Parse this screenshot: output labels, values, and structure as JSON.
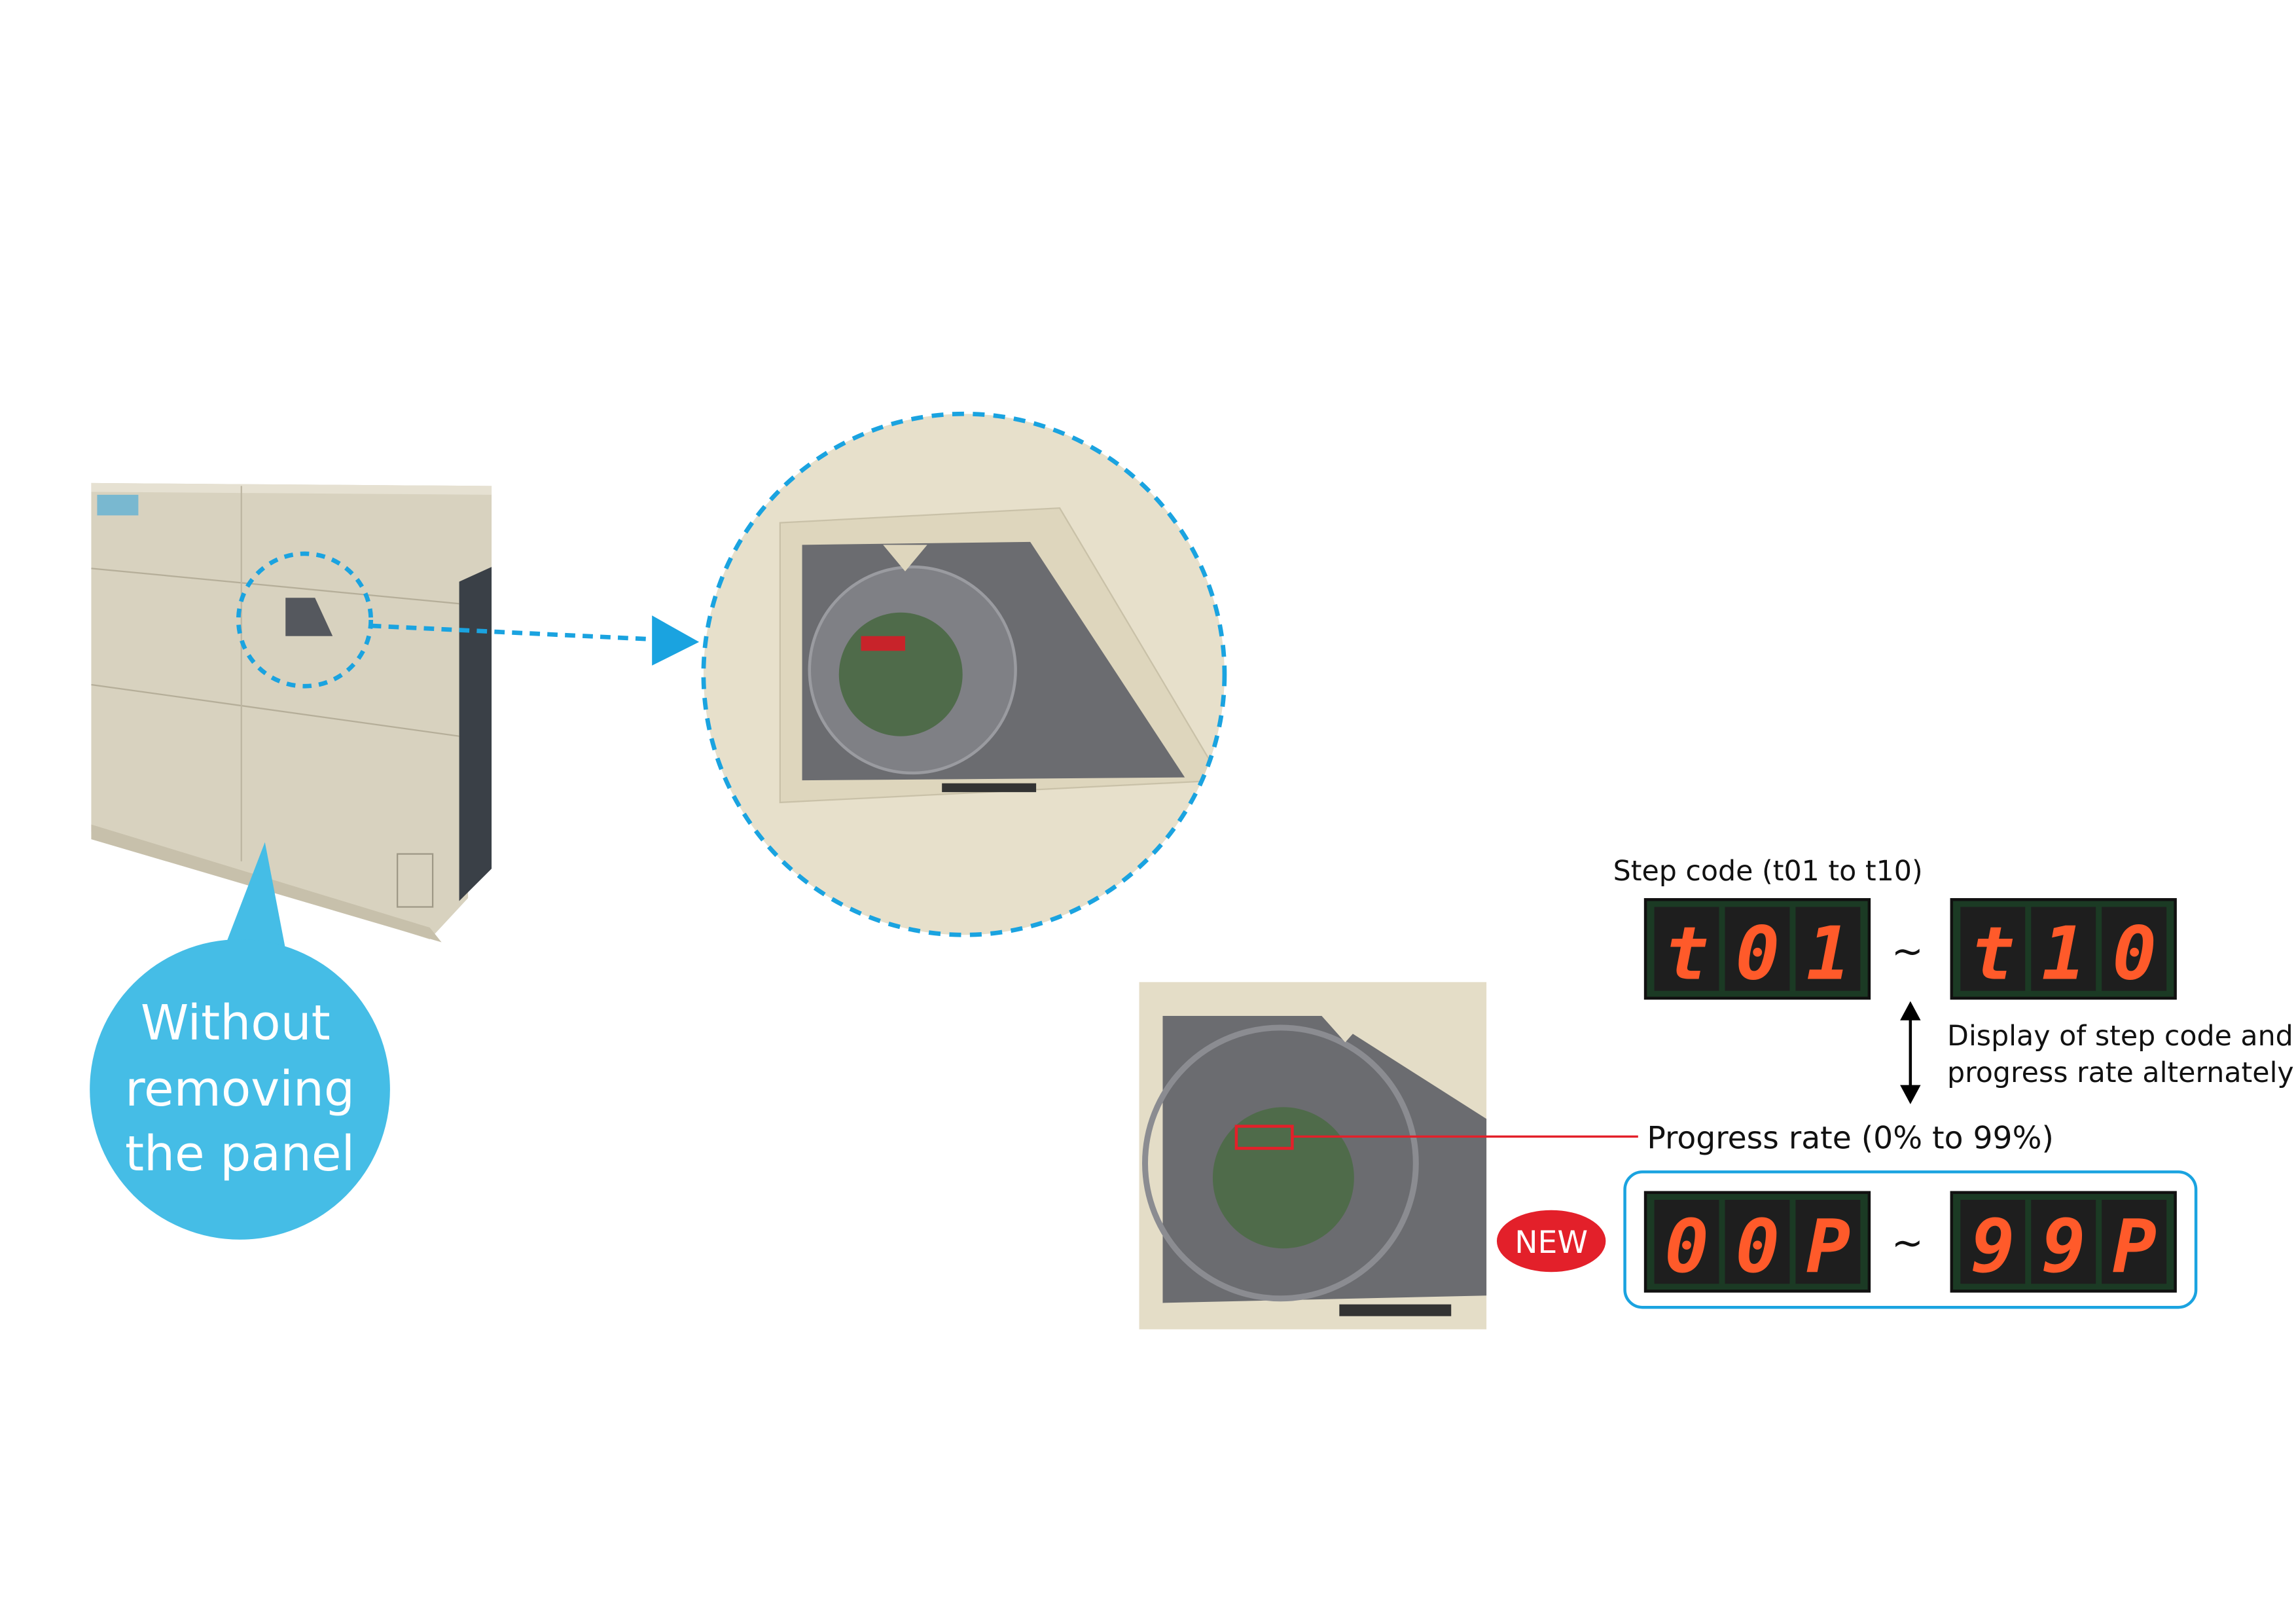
{
  "bubble": {
    "line1": "Without",
    "line2": "removing",
    "line3": "the panel"
  },
  "step_code": {
    "label": "Step code (t01 to t10)",
    "from": "t01",
    "to": "t10",
    "tilde": "~"
  },
  "alternate_note": {
    "line1": "Display of step code and",
    "line2": "progress rate alternately"
  },
  "progress_rate": {
    "label": "Progress rate (0% to 99%)",
    "from": "00P",
    "to": "99P",
    "tilde": "~"
  },
  "new_badge": "NEW",
  "colors": {
    "accent_blue": "#1aa3e0",
    "bubble_blue": "#45bde6",
    "new_red": "#e3202a",
    "segment_on": "#ff5a2a",
    "unit_beige": "#d9d3c0"
  }
}
